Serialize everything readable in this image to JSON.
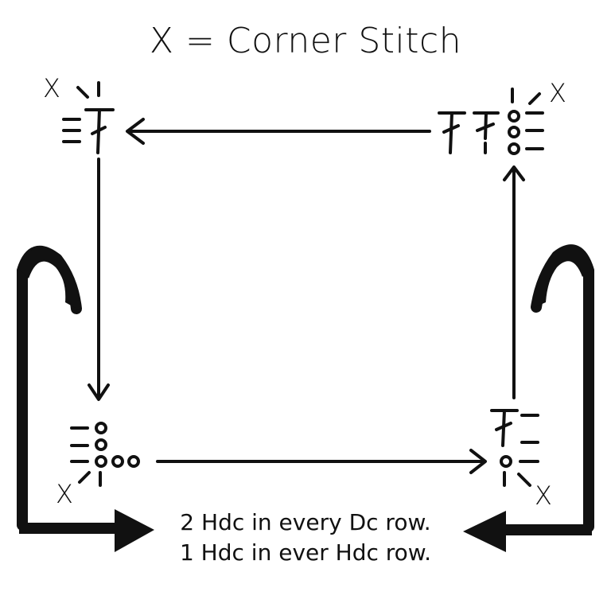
{
  "title": "X = Corner Stitch",
  "corner_label": "X",
  "notes": {
    "line1": "2 Hdc in every Dc row.",
    "line2": "1 Hdc in ever Hdc row."
  },
  "colors": {
    "ink": "#111111",
    "background": "#ffffff"
  }
}
